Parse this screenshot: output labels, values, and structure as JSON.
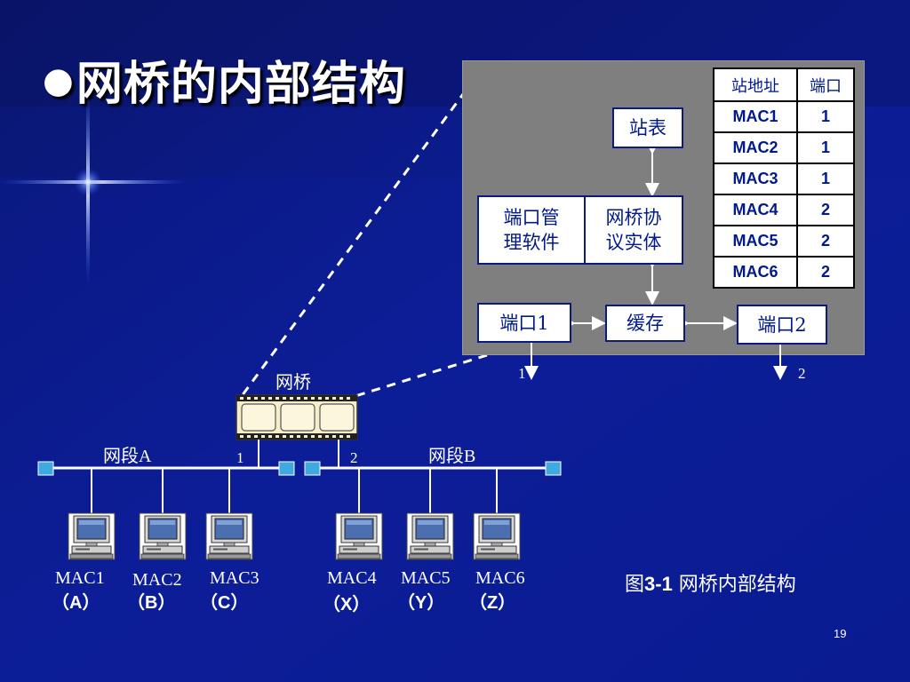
{
  "slide": {
    "title_bullet": "●",
    "title": "网桥的内部结构",
    "page_number": "19",
    "caption_prefix": "图",
    "caption_number": "3-1",
    "caption_text": " 网桥内部结构"
  },
  "colors": {
    "background": "#0b1a8a",
    "panel": "#7f7f7f",
    "box_text": "#001a8c",
    "terminator": "#3fa9e0"
  },
  "bridge_detail": {
    "station_table_box": "站表",
    "port_mgmt_line1": "端口管",
    "port_mgmt_line2": "理软件",
    "protocol_line1": "网桥协",
    "protocol_line2": "议实体",
    "port1": "端口1",
    "buffer": "缓存",
    "port2": "端口2",
    "port1_link": "1",
    "port2_link": "2"
  },
  "station_table": {
    "headers": [
      "站地址",
      "端口"
    ],
    "rows": [
      [
        "MAC1",
        "1"
      ],
      [
        "MAC2",
        "1"
      ],
      [
        "MAC3",
        "1"
      ],
      [
        "MAC4",
        "2"
      ],
      [
        "MAC5",
        "2"
      ],
      [
        "MAC6",
        "2"
      ]
    ]
  },
  "network": {
    "bridge_label": "网桥",
    "segment_a": "网段A",
    "segment_b": "网段B",
    "bridge_port_a": "1",
    "bridge_port_b": "2",
    "hosts": [
      {
        "mac": "MAC1",
        "letter": "（A）",
        "icon": "computer-icon"
      },
      {
        "mac": "MAC2",
        "letter": "（B）",
        "icon": "computer-icon"
      },
      {
        "mac": "MAC3",
        "letter": "（C）",
        "icon": "computer-icon"
      },
      {
        "mac": "MAC4",
        "letter": "（X）",
        "icon": "computer-icon"
      },
      {
        "mac": "MAC5",
        "letter": "（Y）",
        "icon": "computer-icon"
      },
      {
        "mac": "MAC6",
        "letter": "（Z）",
        "icon": "computer-icon"
      }
    ]
  }
}
